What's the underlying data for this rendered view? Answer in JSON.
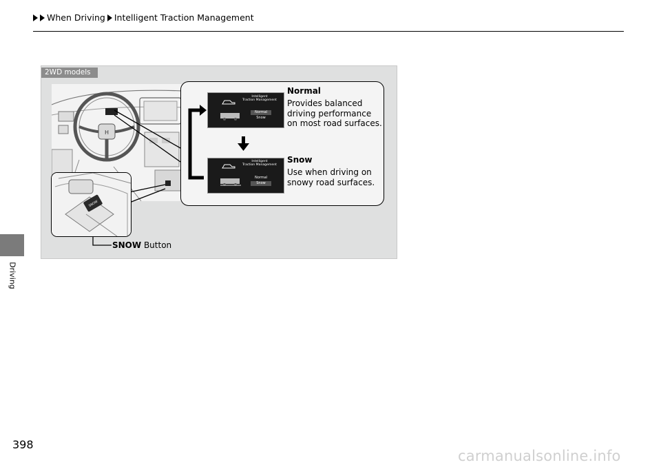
{
  "header": {
    "breadcrumb": [
      "When Driving",
      "Intelligent Traction Management"
    ]
  },
  "sidebar": {
    "section_label": "Driving"
  },
  "page_number": "398",
  "figure": {
    "model_badge": "2WD models",
    "screen_title": "Intelligent\nTraction Management",
    "screen_options": [
      "Normal",
      "Snow"
    ],
    "modes": [
      {
        "name": "Normal",
        "description": "Provides balanced driving performance on most road surfaces.",
        "selected": "Normal"
      },
      {
        "name": "Snow",
        "description": "Use when driving on snowy road surfaces.",
        "selected": "Snow"
      }
    ],
    "callout": {
      "bold": "SNOW",
      "rest": " Button"
    },
    "inset_button_label": "SNOW"
  },
  "watermark": "carmanualsonline.info"
}
